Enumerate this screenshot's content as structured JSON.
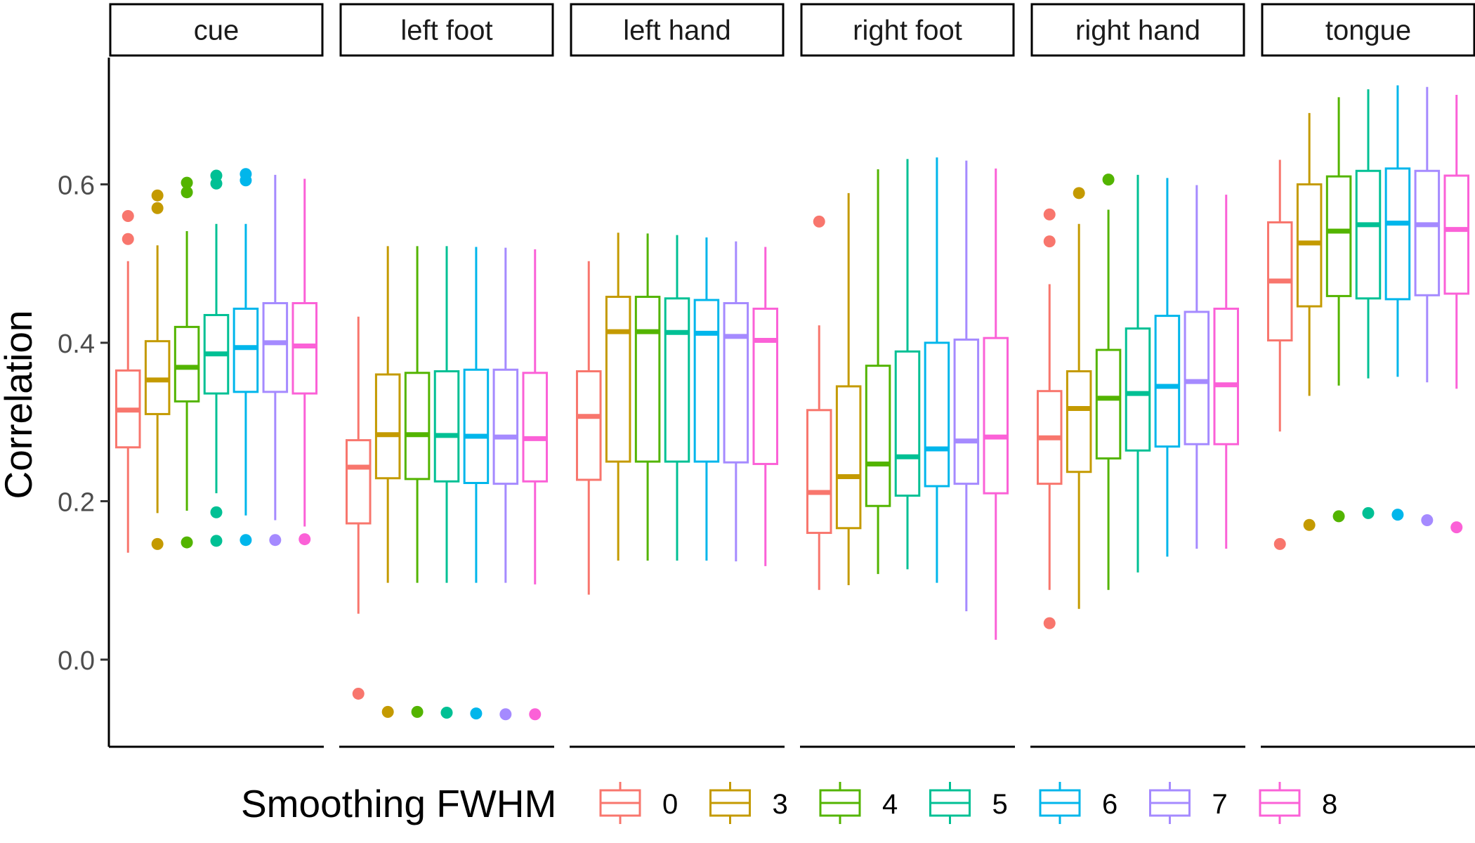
{
  "chart_data": {
    "type": "boxplot",
    "ylabel": "Correlation",
    "xlabel": "",
    "ylim": [
      -0.11,
      0.76
    ],
    "yticks": [
      0.0,
      0.2,
      0.4,
      0.6
    ],
    "ytick_labels": [
      "0.0",
      "0.2",
      "0.4",
      "0.6"
    ],
    "legend": {
      "title": "Smoothing FWHM",
      "position": "bottom",
      "entries": [
        {
          "label": "0",
          "color": "#F8766D"
        },
        {
          "label": "3",
          "color": "#C49A00"
        },
        {
          "label": "4",
          "color": "#53B400"
        },
        {
          "label": "5",
          "color": "#00C094"
        },
        {
          "label": "6",
          "color": "#00B6EB"
        },
        {
          "label": "7",
          "color": "#A58AFF"
        },
        {
          "label": "8",
          "color": "#FB61D7"
        }
      ]
    },
    "facets": [
      {
        "label": "cue",
        "boxes": [
          {
            "fwhm": "0",
            "min": 0.135,
            "q1": 0.268,
            "median": 0.315,
            "q3": 0.365,
            "max": 0.503,
            "outliers": [
              0.56,
              0.531
            ]
          },
          {
            "fwhm": "3",
            "min": 0.185,
            "q1": 0.31,
            "median": 0.353,
            "q3": 0.402,
            "max": 0.523,
            "outliers": [
              0.586,
              0.57,
              0.146
            ]
          },
          {
            "fwhm": "4",
            "min": 0.188,
            "q1": 0.326,
            "median": 0.369,
            "q3": 0.42,
            "max": 0.541,
            "outliers": [
              0.602,
              0.59,
              0.148
            ]
          },
          {
            "fwhm": "5",
            "min": 0.21,
            "q1": 0.336,
            "median": 0.386,
            "q3": 0.435,
            "max": 0.55,
            "outliers": [
              0.611,
              0.601,
              0.186,
              0.15
            ]
          },
          {
            "fwhm": "6",
            "min": 0.182,
            "q1": 0.338,
            "median": 0.394,
            "q3": 0.443,
            "max": 0.55,
            "outliers": [
              0.613,
              0.605,
              0.151
            ]
          },
          {
            "fwhm": "7",
            "min": 0.176,
            "q1": 0.338,
            "median": 0.4,
            "q3": 0.45,
            "max": 0.612,
            "outliers": [
              0.151
            ]
          },
          {
            "fwhm": "8",
            "min": 0.168,
            "q1": 0.336,
            "median": 0.396,
            "q3": 0.45,
            "max": 0.607,
            "outliers": [
              0.152
            ]
          }
        ]
      },
      {
        "label": "left foot",
        "boxes": [
          {
            "fwhm": "0",
            "min": 0.058,
            "q1": 0.172,
            "median": 0.243,
            "q3": 0.277,
            "max": 0.433,
            "outliers": [
              -0.043
            ]
          },
          {
            "fwhm": "3",
            "min": 0.097,
            "q1": 0.229,
            "median": 0.284,
            "q3": 0.36,
            "max": 0.522,
            "outliers": [
              -0.066
            ]
          },
          {
            "fwhm": "4",
            "min": 0.097,
            "q1": 0.228,
            "median": 0.284,
            "q3": 0.362,
            "max": 0.522,
            "outliers": [
              -0.066
            ]
          },
          {
            "fwhm": "5",
            "min": 0.097,
            "q1": 0.225,
            "median": 0.283,
            "q3": 0.364,
            "max": 0.522,
            "outliers": [
              -0.067
            ]
          },
          {
            "fwhm": "6",
            "min": 0.097,
            "q1": 0.223,
            "median": 0.282,
            "q3": 0.366,
            "max": 0.521,
            "outliers": [
              -0.068
            ]
          },
          {
            "fwhm": "7",
            "min": 0.097,
            "q1": 0.222,
            "median": 0.281,
            "q3": 0.366,
            "max": 0.52,
            "outliers": [
              -0.069
            ]
          },
          {
            "fwhm": "8",
            "min": 0.095,
            "q1": 0.225,
            "median": 0.279,
            "q3": 0.362,
            "max": 0.518,
            "outliers": [
              -0.069
            ]
          }
        ]
      },
      {
        "label": "left hand",
        "boxes": [
          {
            "fwhm": "0",
            "min": 0.082,
            "q1": 0.227,
            "median": 0.307,
            "q3": 0.364,
            "max": 0.503,
            "outliers": []
          },
          {
            "fwhm": "3",
            "min": 0.125,
            "q1": 0.25,
            "median": 0.414,
            "q3": 0.458,
            "max": 0.539,
            "outliers": []
          },
          {
            "fwhm": "4",
            "min": 0.125,
            "q1": 0.25,
            "median": 0.414,
            "q3": 0.458,
            "max": 0.538,
            "outliers": []
          },
          {
            "fwhm": "5",
            "min": 0.125,
            "q1": 0.25,
            "median": 0.413,
            "q3": 0.456,
            "max": 0.536,
            "outliers": []
          },
          {
            "fwhm": "6",
            "min": 0.125,
            "q1": 0.25,
            "median": 0.412,
            "q3": 0.454,
            "max": 0.533,
            "outliers": []
          },
          {
            "fwhm": "7",
            "min": 0.124,
            "q1": 0.249,
            "median": 0.408,
            "q3": 0.45,
            "max": 0.528,
            "outliers": []
          },
          {
            "fwhm": "8",
            "min": 0.118,
            "q1": 0.247,
            "median": 0.403,
            "q3": 0.443,
            "max": 0.521,
            "outliers": []
          }
        ]
      },
      {
        "label": "right foot",
        "boxes": [
          {
            "fwhm": "0",
            "min": 0.088,
            "q1": 0.16,
            "median": 0.211,
            "q3": 0.315,
            "max": 0.422,
            "outliers": [
              0.553
            ]
          },
          {
            "fwhm": "3",
            "min": 0.094,
            "q1": 0.166,
            "median": 0.231,
            "q3": 0.345,
            "max": 0.589,
            "outliers": []
          },
          {
            "fwhm": "4",
            "min": 0.108,
            "q1": 0.194,
            "median": 0.247,
            "q3": 0.371,
            "max": 0.619,
            "outliers": []
          },
          {
            "fwhm": "5",
            "min": 0.114,
            "q1": 0.207,
            "median": 0.256,
            "q3": 0.389,
            "max": 0.632,
            "outliers": []
          },
          {
            "fwhm": "6",
            "min": 0.097,
            "q1": 0.219,
            "median": 0.266,
            "q3": 0.4,
            "max": 0.634,
            "outliers": []
          },
          {
            "fwhm": "7",
            "min": 0.061,
            "q1": 0.222,
            "median": 0.276,
            "q3": 0.404,
            "max": 0.63,
            "outliers": []
          },
          {
            "fwhm": "8",
            "min": 0.025,
            "q1": 0.21,
            "median": 0.281,
            "q3": 0.406,
            "max": 0.62,
            "outliers": []
          }
        ]
      },
      {
        "label": "right hand",
        "boxes": [
          {
            "fwhm": "0",
            "min": 0.088,
            "q1": 0.222,
            "median": 0.28,
            "q3": 0.339,
            "max": 0.474,
            "outliers": [
              0.562,
              0.528,
              0.046
            ]
          },
          {
            "fwhm": "3",
            "min": 0.064,
            "q1": 0.237,
            "median": 0.317,
            "q3": 0.364,
            "max": 0.55,
            "outliers": [
              0.589
            ]
          },
          {
            "fwhm": "4",
            "min": 0.088,
            "q1": 0.254,
            "median": 0.33,
            "q3": 0.391,
            "max": 0.568,
            "outliers": [
              0.606
            ]
          },
          {
            "fwhm": "5",
            "min": 0.11,
            "q1": 0.264,
            "median": 0.336,
            "q3": 0.418,
            "max": 0.612,
            "outliers": []
          },
          {
            "fwhm": "6",
            "min": 0.13,
            "q1": 0.269,
            "median": 0.345,
            "q3": 0.434,
            "max": 0.608,
            "outliers": []
          },
          {
            "fwhm": "7",
            "min": 0.14,
            "q1": 0.272,
            "median": 0.351,
            "q3": 0.439,
            "max": 0.599,
            "outliers": []
          },
          {
            "fwhm": "8",
            "min": 0.14,
            "q1": 0.272,
            "median": 0.347,
            "q3": 0.443,
            "max": 0.587,
            "outliers": []
          }
        ]
      },
      {
        "label": "tongue",
        "boxes": [
          {
            "fwhm": "0",
            "min": 0.288,
            "q1": 0.403,
            "median": 0.478,
            "q3": 0.552,
            "max": 0.631,
            "outliers": [
              0.146
            ]
          },
          {
            "fwhm": "3",
            "min": 0.333,
            "q1": 0.446,
            "median": 0.526,
            "q3": 0.6,
            "max": 0.69,
            "outliers": [
              0.17
            ]
          },
          {
            "fwhm": "4",
            "min": 0.346,
            "q1": 0.459,
            "median": 0.541,
            "q3": 0.61,
            "max": 0.71,
            "outliers": [
              0.181
            ]
          },
          {
            "fwhm": "5",
            "min": 0.355,
            "q1": 0.456,
            "median": 0.549,
            "q3": 0.617,
            "max": 0.72,
            "outliers": [
              0.185
            ]
          },
          {
            "fwhm": "6",
            "min": 0.357,
            "q1": 0.455,
            "median": 0.551,
            "q3": 0.62,
            "max": 0.725,
            "outliers": [
              0.183
            ]
          },
          {
            "fwhm": "7",
            "min": 0.35,
            "q1": 0.46,
            "median": 0.549,
            "q3": 0.617,
            "max": 0.723,
            "outliers": [
              0.176
            ]
          },
          {
            "fwhm": "8",
            "min": 0.342,
            "q1": 0.462,
            "median": 0.543,
            "q3": 0.611,
            "max": 0.713,
            "outliers": [
              0.167
            ]
          }
        ]
      }
    ]
  }
}
